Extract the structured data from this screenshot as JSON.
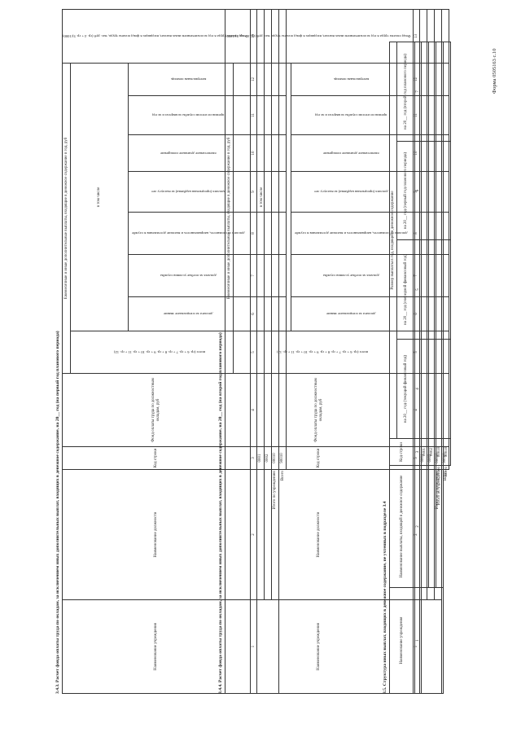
{
  "form_number": "Форма 0505163 с.10",
  "section_343": {
    "title": "3.4.3. Расчет фонда оплаты труда по окладам, за исключением иных дополнительных выплат, входящих в денежное содержание, на 20__ год (на первый год планового периода)",
    "headers": {
      "institution": "Наименование учреждения",
      "position": "Наименование должности",
      "code": "Код строки",
      "fund_salaries": "Фонд оплаты труда по должностным окладам, руб",
      "group_header": "Ежемесячные и иные дополнительные выплаты, входящие в денежное содержание в год, руб",
      "incl": "в том числе",
      "total": "всего (гр. 6 + гр. 7 + гр. 8 + гр. 9 + гр. 10 + гр. 11 + гр. 12)",
      "c6": "доплата за специальное звание",
      "c7": "доплата за особые условия службы",
      "c8": "доплата за сложность, напряженность и высокие достижения в службе",
      "c9": "доплата (процентная надбавка) за выслугу лет",
      "c10": "ежемесячное денежное поощрение",
      "c11": "премия по итогам службы за квартал и за год",
      "c12": "материальная помощь",
      "c13": "Фонд оплаты труда в год за исключением иных выплат, входящих в фонд оплаты труда, тыс. руб (гр. 4 + гр. 5)/1000)"
    },
    "col_numbers": [
      "1",
      "2",
      "3",
      "4",
      "5",
      "6",
      "7",
      "8",
      "9",
      "10",
      "11",
      "12",
      "13"
    ],
    "codes": [
      "0001",
      "0002"
    ],
    "total_inst_label": "Итого по учреждению",
    "total_inst_code": "00010",
    "grand_label": "Всего",
    "grand_code": "90010"
  },
  "section_344": {
    "title": "3.4.4. Расчет фонда оплаты труда по окладам, за исключением иных дополнительных выплат, входящих в денежное содержание, на 20__ год (на второй год планового периода)",
    "headers": {
      "institution": "Наименование учреждения",
      "position": "Наименование должности",
      "code": "Код строки",
      "fund_salaries": "Фонд оплаты труда по должностным окладам, руб",
      "group_header": "Ежемесячные и иные дополнительные выплаты, входящие в денежное содержание в год, руб",
      "incl": "в том числе",
      "total": "всего (гр. 6 + гр. 7 + гр. 8 + гр. 9 + гр. 10 + гр. 11 + гр. 12)",
      "c6": "доплата за специальное звание",
      "c7": "доплата за особые условия службы",
      "c8": "доплата за сложность, напряженность и высокие достижения в службе",
      "c9": "доплата (процентная надбавка) за выслугу лет",
      "c10": "ежемесячное денежное поощрение",
      "c11": "премия по итогам службы за квартал и за год",
      "c12": "материальная помощь",
      "c13": "Фонд оплаты труда в год за исключением иных выплат, входящих в фонд оплаты труда, тыс. руб (гр. 4 + гр. 5)/1000)"
    },
    "col_numbers": [
      "1",
      "2",
      "3",
      "4",
      "5",
      "6",
      "7",
      "8",
      "9",
      "10",
      "11",
      "12",
      "13"
    ],
    "codes": [
      "0001",
      "0002"
    ],
    "total_inst_label": "Итого по учреждению",
    "total_inst_code": "00010",
    "grand_label": "Всего",
    "grand_code": "90010"
  },
  "section_345": {
    "title": "3.5. Структура иных выплат, входящих в денежное содержание, не учтенных в подразделе 3.4",
    "headers": {
      "institution": "Наименование учреждения",
      "payment": "Наименование выплаты, входящей в денежное содержание",
      "code": "Код строки",
      "group": "Размер выплаты в год, входящей в денежное содержание",
      "y1": "на 20__ год (текущий финансовый год)",
      "y2": "на 20__ год (очередной финансовый год)",
      "y3": "на 20__ год (первый год планового периода)",
      "y4": "на 20__ год (второй год планового периода)"
    },
    "col_numbers": [
      "1",
      "2",
      "3",
      "4",
      "5",
      "6",
      "7"
    ],
    "codes": [
      "0001",
      "0002"
    ],
    "total_inst_label": "Итого по учреждению",
    "total_inst_code": "00010",
    "grand_label": "Всего",
    "grand_code": "90010"
  }
}
